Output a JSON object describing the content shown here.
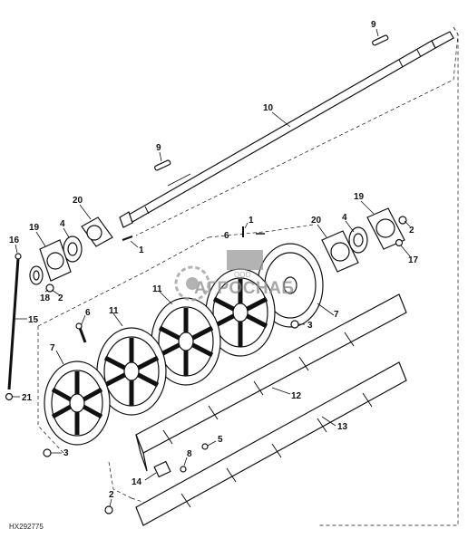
{
  "figure_code": "HX292775",
  "watermark": {
    "text": "АГРОСНАБ",
    "small_text": "ООО"
  },
  "callouts": [
    {
      "label": "9"
    },
    {
      "label": "10"
    },
    {
      "label": "9"
    },
    {
      "label": "20"
    },
    {
      "label": "19"
    },
    {
      "label": "4"
    },
    {
      "label": "16"
    },
    {
      "label": "1"
    },
    {
      "label": "1"
    },
    {
      "label": "6"
    },
    {
      "label": "20"
    },
    {
      "label": "4"
    },
    {
      "label": "19"
    },
    {
      "label": "2"
    },
    {
      "label": "17"
    },
    {
      "label": "18"
    },
    {
      "label": "2"
    },
    {
      "label": "15"
    },
    {
      "label": "11"
    },
    {
      "label": "6"
    },
    {
      "label": "11"
    },
    {
      "label": "7"
    },
    {
      "label": "3"
    },
    {
      "label": "7"
    },
    {
      "label": "12"
    },
    {
      "label": "21"
    },
    {
      "label": "13"
    },
    {
      "label": "5"
    },
    {
      "label": "8"
    },
    {
      "label": "3"
    },
    {
      "label": "14"
    },
    {
      "label": "2"
    }
  ]
}
